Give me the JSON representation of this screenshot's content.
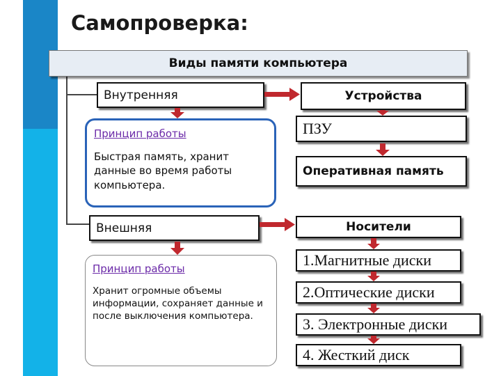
{
  "title": "Самопроверка:",
  "header": "Виды памяти компьютера",
  "internal": {
    "label": "Внутренняя",
    "principle_label": "Принцип работы",
    "description": "Быстрая память, хранит данные во время работы компьютера."
  },
  "external": {
    "label": "Внешняя",
    "principle_label": "Принцип работы",
    "description": "Хранит огромные объемы информации, сохраняет данные и после выключения компьютера."
  },
  "devices": {
    "label": "Устройства",
    "items": [
      "ПЗУ",
      "Оперативная память"
    ]
  },
  "media": {
    "label": "Носители",
    "items": [
      "1.Магнитные диски",
      "2.Оптические диски",
      "3. Электронные диски",
      "4. Жесткий диск"
    ]
  },
  "colors": {
    "accent_blue": "#1a86c7",
    "accent_light_blue": "#13b2e8",
    "arrow_red": "#c0282e",
    "principle_purple": "#6b2aa8"
  }
}
